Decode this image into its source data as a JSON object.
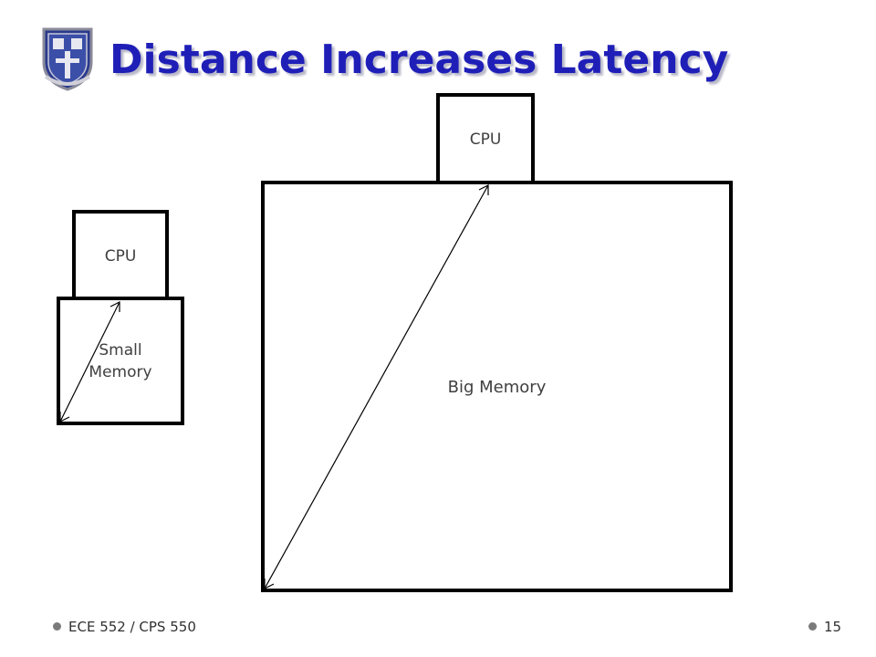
{
  "slide": {
    "title": "Distance Increases Latency",
    "logo_icon": "university-shield-icon",
    "accent_color": "#1f1fb8",
    "footer": {
      "course": "ECE 552 / CPS 550",
      "page_number": "15"
    }
  },
  "diagram": {
    "small_system": {
      "cpu_label": "CPU",
      "memory_label_line1": "Small",
      "memory_label_line2": "Memory"
    },
    "big_system": {
      "cpu_label": "CPU",
      "memory_label": "Big Memory"
    }
  }
}
